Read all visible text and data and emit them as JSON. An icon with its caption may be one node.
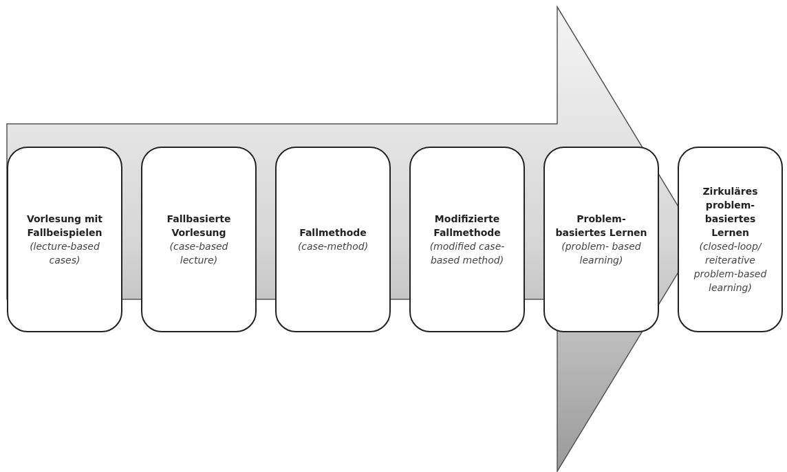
{
  "diagram": {
    "nodes": [
      {
        "text": [
          "Vorlesung mit Fallbeispielen",
          "(lecture-based cases)"
        ]
      },
      {
        "text": [
          "Fallbasierte Vorlesung",
          "(case-based lecture)"
        ]
      },
      {
        "text": [
          "Fallmethode",
          "(case-method)"
        ]
      },
      {
        "text": [
          "Modifizierte Fallmethode",
          "(modified case-based method)"
        ]
      },
      {
        "text": [
          "Problem- basiertes Lernen",
          "(problem- based learning)"
        ]
      },
      {
        "text": [
          "Zirkuläres problem- basiertes Lernen",
          "(closed-loop/ reiterative problem-based learning)"
        ]
      }
    ],
    "edges": [
      {
        "from": 0,
        "to": 5,
        "arrow": "to",
        "style": "thick"
      }
    ]
  }
}
